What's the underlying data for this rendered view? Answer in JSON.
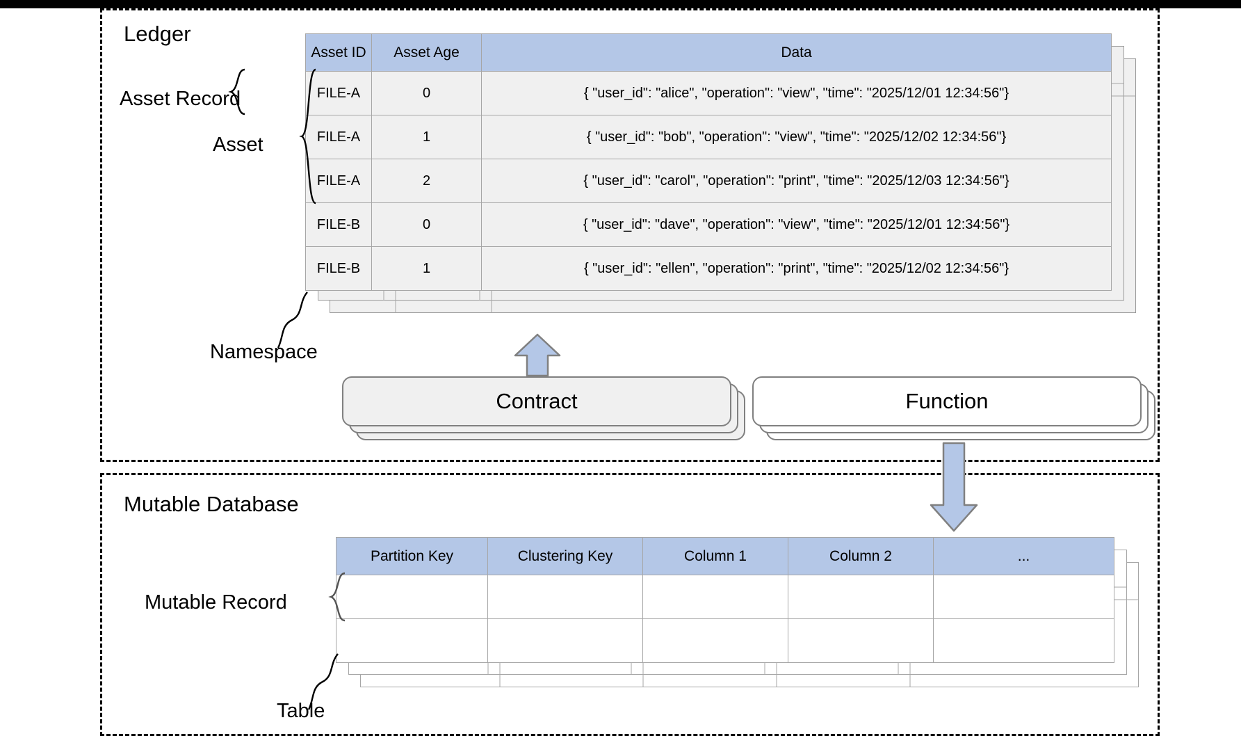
{
  "diagram": {
    "title": "Ledger and Mutable Database structure",
    "colors": {
      "header_blue": "#B4C7E7",
      "arrow_blue": "#B4C7E7",
      "cell_gray": "#F0F0F0",
      "border_gray": "#A6A6A6",
      "outline_gray": "#808080",
      "dashed_black": "#000000"
    }
  },
  "ledger": {
    "title": "Ledger",
    "annotations": {
      "asset_record": "Asset Record",
      "asset": "Asset",
      "namespace": "Namespace"
    },
    "table": {
      "columns": [
        "Asset ID",
        "Asset Age",
        "Data"
      ],
      "rows": [
        {
          "asset_id": "FILE-A",
          "asset_age": "0",
          "data": "{ \"user_id\": \"alice\", \"operation\": \"view\", \"time\": \"2025/12/01 12:34:56\"}"
        },
        {
          "asset_id": "FILE-A",
          "asset_age": "1",
          "data": "{ \"user_id\": \"bob\", \"operation\": \"view\", \"time\": \"2025/12/02 12:34:56\"}"
        },
        {
          "asset_id": "FILE-A",
          "asset_age": "2",
          "data": "{ \"user_id\": \"carol\", \"operation\": \"print\", \"time\": \"2025/12/03 12:34:56\"}"
        },
        {
          "asset_id": "FILE-B",
          "asset_age": "0",
          "data": "{ \"user_id\": \"dave\", \"operation\": \"view\", \"time\": \"2025/12/01 12:34:56\"}"
        },
        {
          "asset_id": "FILE-B",
          "asset_age": "1",
          "data": "{ \"user_id\": \"ellen\", \"operation\": \"print\", \"time\": \"2025/12/02 12:34:56\"}"
        }
      ],
      "stacked_layers": 3
    },
    "contract": {
      "label": "Contract",
      "stacked_layers": 3
    },
    "function": {
      "label": "Function",
      "stacked_layers": 3
    }
  },
  "mutable_database": {
    "title": "Mutable Database",
    "annotations": {
      "mutable_record": "Mutable Record",
      "table": "Table"
    },
    "table": {
      "columns": [
        "Partition Key",
        "Clustering Key",
        "Column 1",
        "Column 2",
        "..."
      ],
      "rows": [
        {
          "partition_key": "",
          "clustering_key": "",
          "column_1": "",
          "column_2": "",
          "more": ""
        },
        {
          "partition_key": "",
          "clustering_key": "",
          "column_1": "",
          "column_2": "",
          "more": ""
        }
      ],
      "stacked_layers": 3
    }
  },
  "arrows": {
    "contract_to_ledger": "up-arrow",
    "function_to_mutable": "down-arrow"
  }
}
